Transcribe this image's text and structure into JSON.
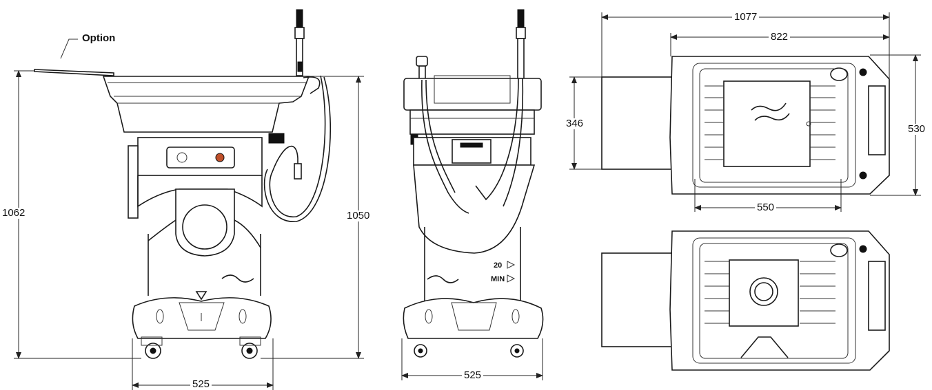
{
  "option_label": "Option",
  "dimensions": {
    "side_total_height": "1062",
    "side_body_height": "1050",
    "side_base_width": "525",
    "front_base_width": "525",
    "top_overall_length": "1077",
    "top_body_length": "822",
    "top_shelf_depth": "346",
    "top_body_width": "530",
    "top_inner_width": "550"
  },
  "markings": {
    "gauge_upper": "20",
    "gauge_lower": "MIN"
  }
}
